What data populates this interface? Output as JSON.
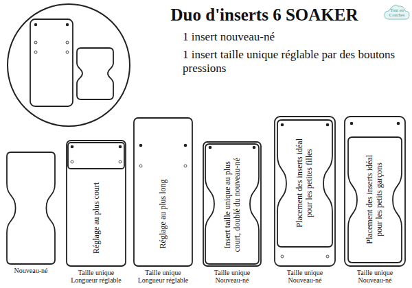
{
  "diagram": {
    "title": "Duo d'inserts 6 SOAKER",
    "nodes": [
      {
        "text": [
          "Nouveau-né"
        ]
      },
      {
        "text": [
          "Réglage au plus court",
          "Taille unique Longueur réglable"
        ]
      },
      {
        "text": [
          "Réglage au plus long",
          "Taille unique Longueur réglable"
        ]
      },
      {
        "text": [
          "Insert taille unique au plus court, doublé du nouveau-né",
          "Taille unique Nouveau-né"
        ]
      },
      {
        "text": [
          "Placement des inserts idéal pour les petites filles",
          "Taille unique Nouveau-né"
        ]
      },
      {
        "text": [
          "Placement des inserts idéal pour les petits garçons",
          "Taille unique Nouveau-né"
        ]
      }
    ],
    "labels": [
      "1 insert nouveau-né",
      "1 insert taille unique réglable par des boutons pressions",
      "Tout en Couches"
    ]
  }
}
